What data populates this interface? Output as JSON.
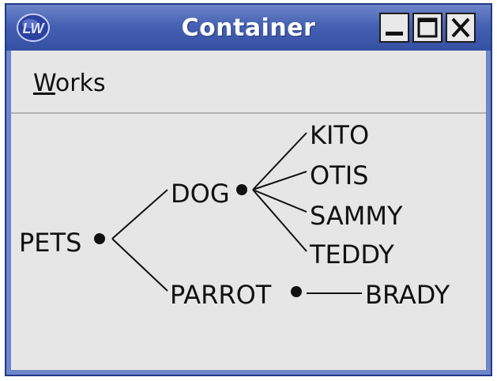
{
  "window": {
    "title": "Container",
    "logo_text": "LW",
    "buttons": [
      {
        "name": "minimize",
        "icon": "minimize-icon"
      },
      {
        "name": "maximize",
        "icon": "maximize-icon"
      },
      {
        "name": "close",
        "icon": "close-icon"
      }
    ]
  },
  "menubar": {
    "works_mnemonic": "W",
    "works_rest": "orks"
  },
  "tree": {
    "root": "PETS",
    "dog": "DOG",
    "parrot": "PARROT",
    "kito": "KITO",
    "otis": "OTIS",
    "sammy": "SAMMY",
    "teddy": "TEDDY",
    "brady": "BRADY"
  },
  "colors": {
    "titlebar": "#4661b3",
    "client_bg": "#e6e6e6",
    "text": "#111111"
  }
}
